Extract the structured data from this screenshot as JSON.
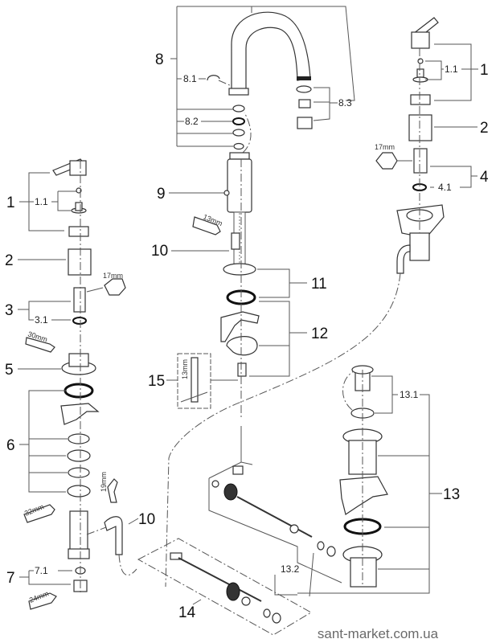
{
  "diagram": {
    "title": "Faucet exploded parts diagram",
    "callouts": {
      "c1_left": "1",
      "c1_1_left": "1.1",
      "c2_left": "2",
      "c3": "3",
      "c3_1": "3.1",
      "c5": "5",
      "c6": "6",
      "c7": "7",
      "c7_1": "7.1",
      "c8": "8",
      "c8_1": "8.1",
      "c8_2": "8.2",
      "c8_3": "8.3",
      "c9": "9",
      "c10_center": "10",
      "c10_left": "10",
      "c11": "11",
      "c12": "12",
      "c13": "13",
      "c13_1": "13.1",
      "c13_2": "13.2",
      "c14": "14",
      "c15": "15",
      "c1_right": "1",
      "c1_1_right": "1.1",
      "c2_right": "2",
      "c4": "4",
      "c4_1": "4.1"
    },
    "tool_sizes": {
      "hex_left": "17mm",
      "hex_right": "17mm",
      "wrench_30": "30mm",
      "wrench_32": "32mm",
      "wrench_24": "24mm",
      "wrench_19": "19mm",
      "wrench_13": "13mm",
      "key_13": "13mm"
    },
    "watermark": "sant-market.com.ua"
  }
}
